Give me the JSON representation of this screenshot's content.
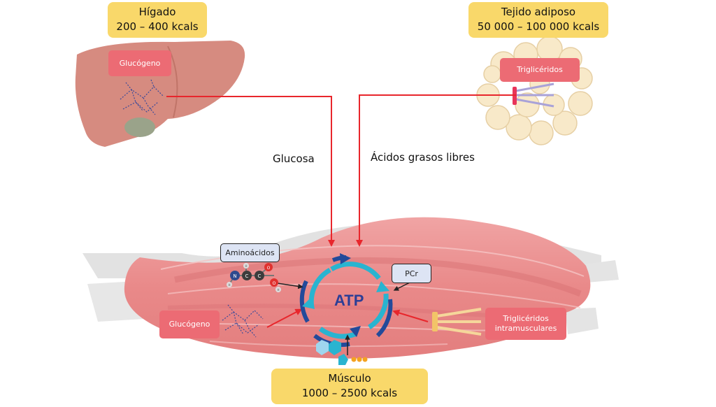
{
  "storage": {
    "liver": {
      "title": "Hígado",
      "amount": "200 – 400 kcals",
      "store_label": "Glucógeno"
    },
    "adipose": {
      "title": "Tejido adiposo",
      "amount": "50 000 – 100 000 kcals",
      "store_label": "Triglicéridos"
    },
    "muscle": {
      "title": "Músculo",
      "amount": "1000 – 2500 kcals"
    }
  },
  "flows": {
    "glucose": "Glucosa",
    "free_fatty_acids": "Ácidos grasos libres"
  },
  "muscle_sources": {
    "amino_acids": "Aminoácidos",
    "pcr": "PCr",
    "glycogen": "Glucógeno",
    "intramuscular_tg_line1": "Triglicéridos",
    "intramuscular_tg_line2": "intramusculares"
  },
  "center": "ATP",
  "molecule_atoms": [
    "N",
    "C",
    "C",
    "O",
    "O",
    "H",
    "H",
    "H"
  ],
  "colors": {
    "arrow": "#e8262c",
    "cycle_light": "#29b4d0",
    "cycle_dark": "#234a9a",
    "label_bg": "#f9d86a",
    "store_box": "#ec6b74"
  }
}
